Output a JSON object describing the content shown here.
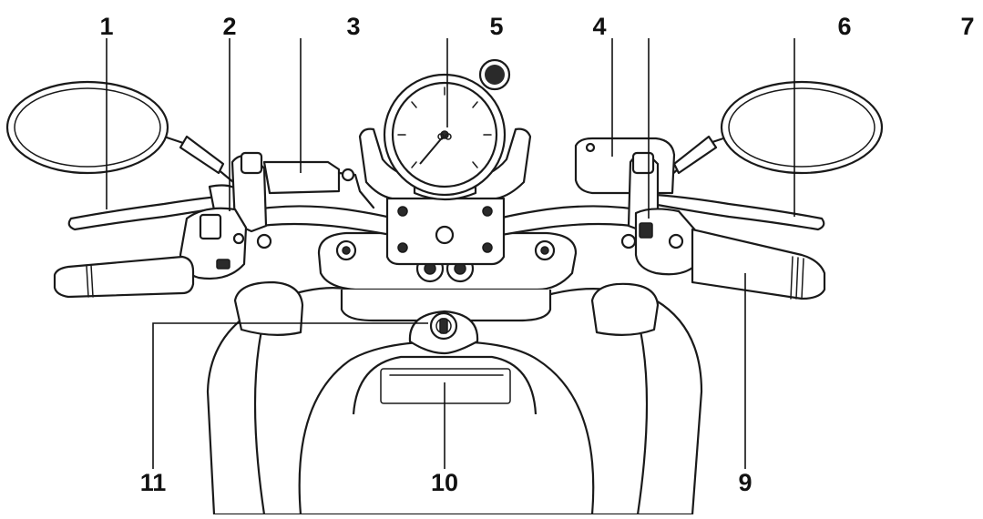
{
  "callouts": [
    {
      "id": "1",
      "label": "1"
    },
    {
      "id": "2",
      "label": "2"
    },
    {
      "id": "3",
      "label": "3"
    },
    {
      "id": "5",
      "label": "5"
    },
    {
      "id": "4",
      "label": "4"
    },
    {
      "id": "6",
      "label": "6"
    },
    {
      "id": "7",
      "label": "7"
    },
    {
      "id": "11",
      "label": "11"
    },
    {
      "id": "10",
      "label": "10"
    },
    {
      "id": "9",
      "label": "9"
    }
  ]
}
